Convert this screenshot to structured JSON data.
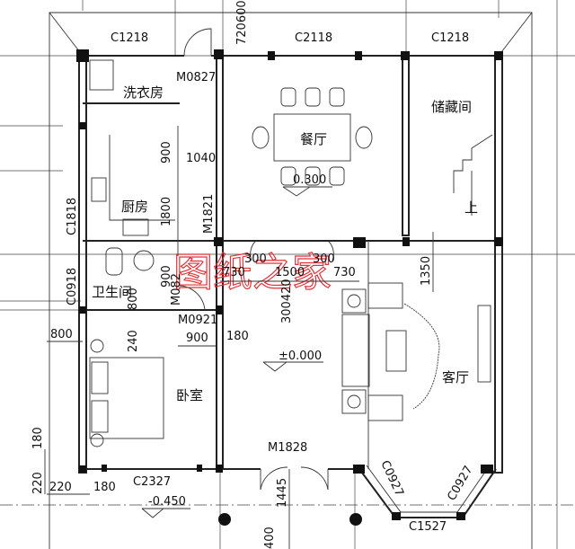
{
  "rooms": {
    "laundry": "洗衣房",
    "storage": "储藏间",
    "dining": "餐厅",
    "kitchen": "厨房",
    "bathroom": "卫生间",
    "bedroom": "卧室",
    "living": "客厅",
    "stairs_up": "上"
  },
  "openings": {
    "c1218_left": "C1218",
    "c2118": "C2118",
    "c1218_right": "C1218",
    "m0827": "M0827",
    "m1821": "M1821",
    "c1818": "C1818",
    "c0918": "C0918",
    "m0821": "M082",
    "m0921": "M0921",
    "m1828": "M1828",
    "c2327": "C2327",
    "c0927_left": "C0927",
    "c0927_right": "C0927",
    "c1527": "C1527"
  },
  "dimensions": {
    "top_720600": "720600",
    "d900_a": "900",
    "d1040": "1040",
    "d1800": "1800",
    "d900_b": "900",
    "d730_a": "730",
    "d300_a": "300",
    "d1500": "1500",
    "d300_b": "300",
    "d730_b": "730",
    "d1350": "1350",
    "d300420": "300420",
    "d800_bath": "800",
    "d240": "240",
    "d800_left": "800",
    "d900_bed": "900",
    "d180_bed": "180",
    "d180_left": "180",
    "d220_left": "220",
    "d220_bottom": "220",
    "d180_bottom": "180",
    "d1445": "1445",
    "d400": "400"
  },
  "elevations": {
    "dining": "0.300",
    "living": "±0.000",
    "outside": "-0.450"
  },
  "watermark": "图纸之家",
  "colors": {
    "lines": "#222222",
    "watermark": "#e0343a"
  }
}
